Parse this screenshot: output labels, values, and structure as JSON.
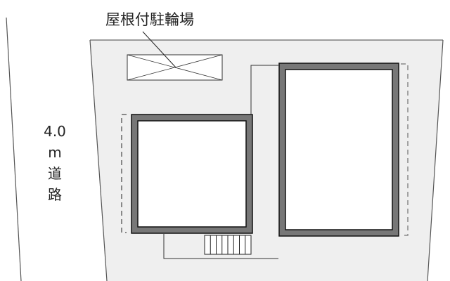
{
  "labels": {
    "bicycle_parking": "屋根付駐輪場",
    "road": [
      "4.0",
      "m",
      "道",
      "路"
    ]
  },
  "colors": {
    "site": "#efefef",
    "wall": "#777777",
    "line": "#333333"
  }
}
